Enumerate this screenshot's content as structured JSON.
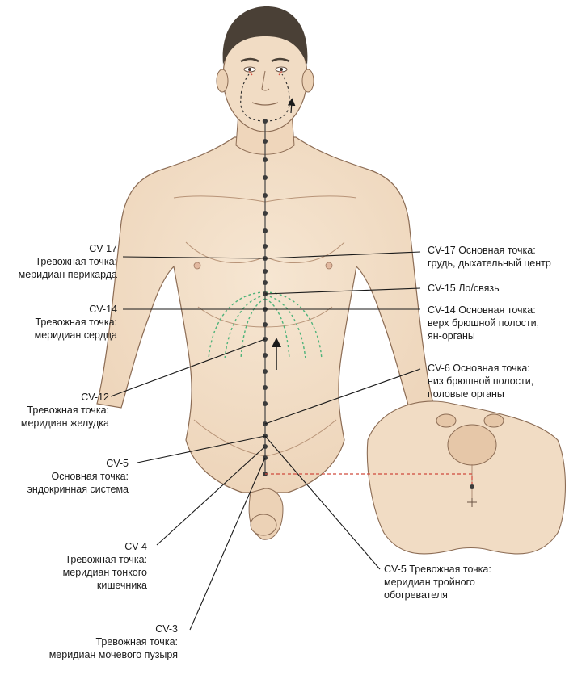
{
  "colors": {
    "skin": "#f1dcc4",
    "skin_shadow": "#d9b999",
    "outline": "#8c6c54",
    "hair": "#4a4036",
    "meridian_dot": "#3b3b3b",
    "energy_lines": "#4fb37a",
    "guide_red": "#d04a3c"
  },
  "labels": {
    "cv17_left": {
      "lines": [
        "CV-17",
        "Тревожная точка:",
        "меридиан перикарда"
      ]
    },
    "cv14_left": {
      "lines": [
        "CV-14",
        "Тревожная точка:",
        "меридиан сердца"
      ]
    },
    "cv12_left": {
      "lines": [
        "CV-12",
        "Тревожная точка:",
        "меридиан желудка"
      ]
    },
    "cv5_left": {
      "lines": [
        "CV-5",
        "Основная точка:",
        "эндокринная система"
      ]
    },
    "cv4_left": {
      "lines": [
        "CV-4",
        "Тревожная точка:",
        "меридиан тонкого",
        "кишечника"
      ]
    },
    "cv3_left": {
      "lines": [
        "CV-3",
        "Тревожная точка:",
        "меридиан мочевого пузыря"
      ]
    },
    "cv17_right": {
      "lines": [
        "CV-17 Основная точка:",
        "грудь, дыхательный центр"
      ]
    },
    "cv15_right": {
      "lines": [
        "CV-15 Ло/связь"
      ]
    },
    "cv14_right": {
      "lines": [
        "CV-14 Основная точка:",
        "верх брюшной полости,",
        "ян-органы"
      ]
    },
    "cv6_right": {
      "lines": [
        "CV-6 Основная точка:",
        "низ брюшной полости,",
        "половые органы"
      ]
    },
    "cv5_right": {
      "lines": [
        "CV-5 Тревожная точка:",
        "меридиан тройного",
        "обогревателя"
      ]
    }
  }
}
